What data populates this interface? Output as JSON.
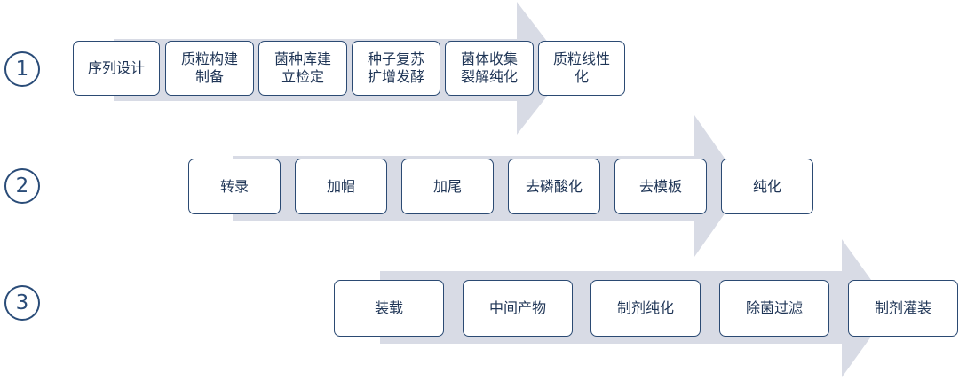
{
  "colors": {
    "arrow": "#d8dbe5",
    "border": "#2b4a73",
    "text": "#1f3556"
  },
  "rows": [
    {
      "number": "1",
      "steps": [
        "序列设计",
        "质粒构建\n制备",
        "菌种库建\n立检定",
        "种子复苏\n扩增发酵",
        "菌体收集\n裂解纯化",
        "质粒线性\n化"
      ]
    },
    {
      "number": "2",
      "steps": [
        "转录",
        "加帽",
        "加尾",
        "去磷酸化",
        "去模板",
        "纯化"
      ]
    },
    {
      "number": "3",
      "steps": [
        "装载",
        "中间产物",
        "制剂纯化",
        "除菌过滤",
        "制剂灌装"
      ]
    }
  ]
}
